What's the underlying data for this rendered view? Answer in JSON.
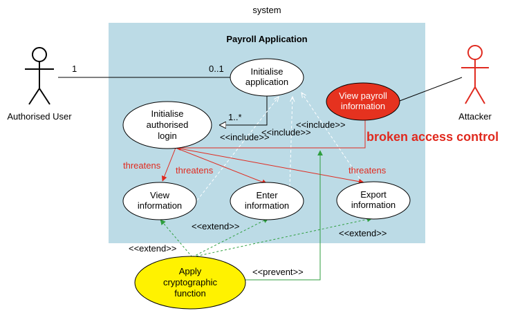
{
  "diagram": {
    "system_label": "system",
    "boundary_title": "Payroll Application",
    "actors": {
      "authorised_user": "Authorised User",
      "attacker": "Attacker"
    },
    "use_cases": {
      "initialise_application": [
        "Initialise",
        "application"
      ],
      "initialise_login": [
        "Initialise",
        "authorised",
        "login"
      ],
      "view_payroll": [
        "View payroll",
        "information"
      ],
      "view_information": [
        "View",
        "information"
      ],
      "enter_information": [
        "Enter",
        "information"
      ],
      "export_information": [
        "Export",
        "information"
      ],
      "apply_crypto": [
        "Apply",
        "cryptographic",
        "function"
      ]
    },
    "multiplicities": {
      "user_end": "1",
      "app_end": "0..1",
      "login_end": "1..*"
    },
    "relations": {
      "include": "<<include>>",
      "extend": "<<extend>>",
      "prevent": "<<prevent>>",
      "threatens": "threatens"
    },
    "callout": "broken access control",
    "colors": {
      "boundary_fill": "#bcdbe6",
      "threat": "#e02a1f",
      "mitigation": "#2e9e3e",
      "include_line": "#ffffff",
      "crypto_fill": "#fff200",
      "attack_fill": "#e5321f",
      "attacker": "#e02a1f"
    }
  }
}
